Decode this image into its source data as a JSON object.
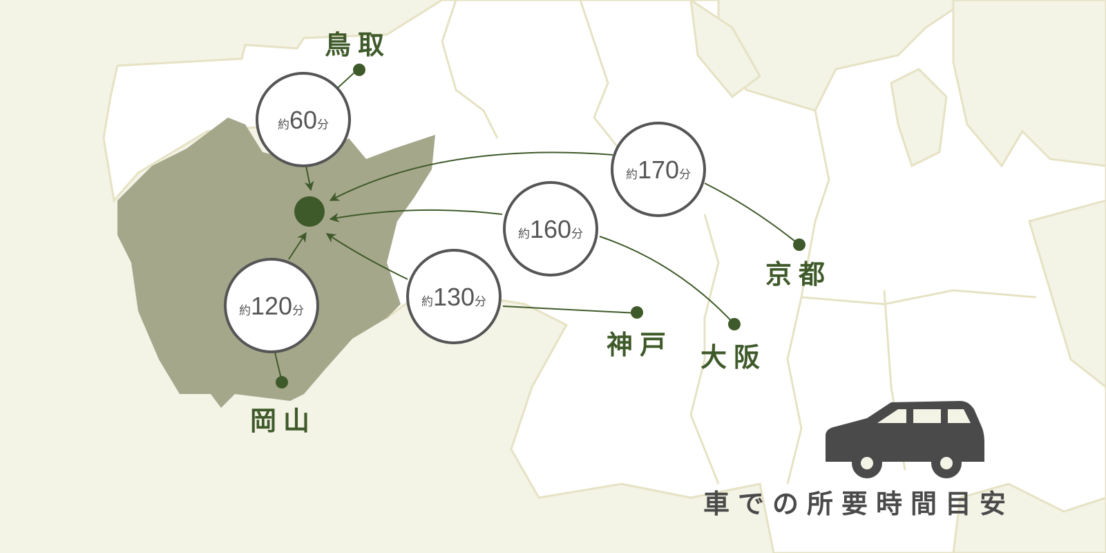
{
  "title": "車での所要時間目安",
  "destination_icon": "destination-dot",
  "vehicle_icon": "car-icon",
  "colors": {
    "background": "#f3f3e6",
    "land": "#ffffff",
    "border": "#e6e2c4",
    "region": "#a5a78a",
    "accent": "#3f5a2a",
    "circle_stroke": "#555555",
    "title": "#4a4a4a"
  },
  "routes": [
    {
      "city": "鳥取",
      "prefix": "約",
      "minutes": "60",
      "unit": "分"
    },
    {
      "city": "岡山",
      "prefix": "約",
      "minutes": "120",
      "unit": "分"
    },
    {
      "city": "神戸",
      "prefix": "約",
      "minutes": "130",
      "unit": "分"
    },
    {
      "city": "大阪",
      "prefix": "約",
      "minutes": "160",
      "unit": "分"
    },
    {
      "city": "京都",
      "prefix": "約",
      "minutes": "170",
      "unit": "分"
    }
  ]
}
